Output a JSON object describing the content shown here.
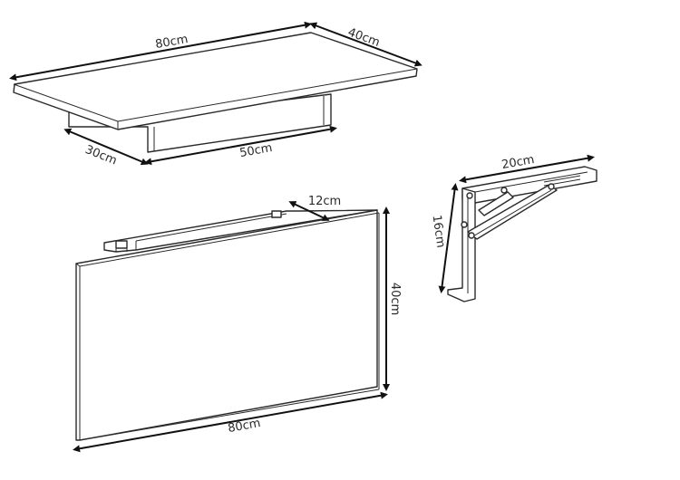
{
  "top_view": {
    "width_label": "80cm",
    "depth_label": "40cm",
    "bracket_depth_label": "30cm",
    "bracket_span_label": "50cm"
  },
  "folded_view": {
    "thickness_label": "12cm",
    "height_label": "40cm",
    "width_label": "80cm"
  },
  "bracket": {
    "length_label": "20cm",
    "height_label": "16cm"
  },
  "colors": {
    "line": "#2a2a2a",
    "dimension": "#111111",
    "background": "#ffffff"
  }
}
